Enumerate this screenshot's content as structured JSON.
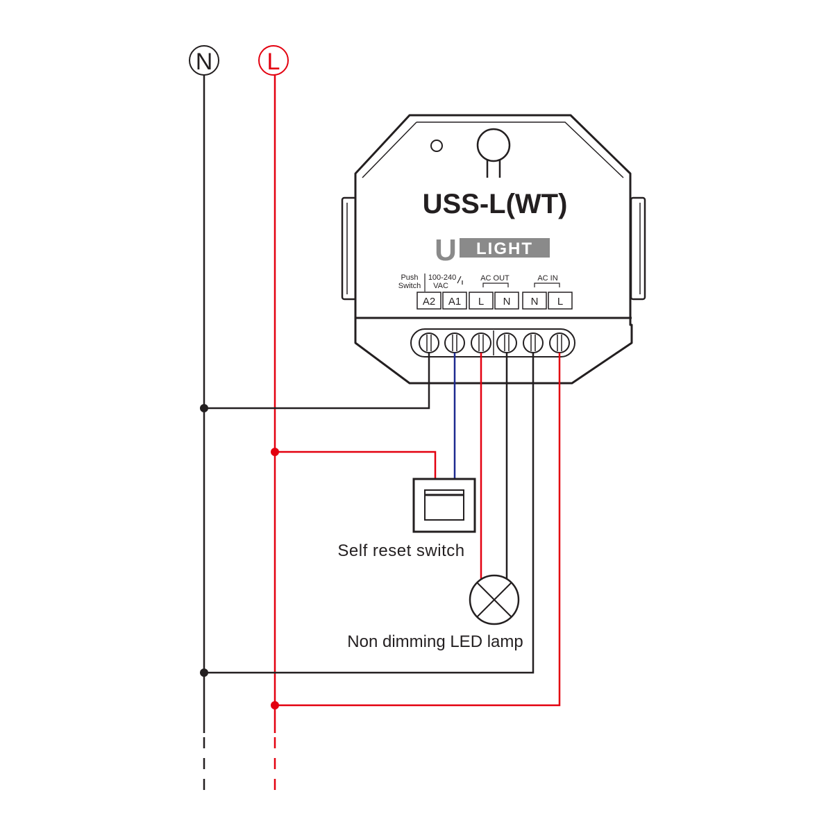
{
  "bus": {
    "neutral_label": "N",
    "live_label": "L"
  },
  "device": {
    "model": "USS-L(WT)",
    "brand_u": "U",
    "brand_rest": "LIGHT",
    "groups": {
      "push_switch_line1": "Push",
      "push_switch_line2": "Switch",
      "voltage_line1": "100-240",
      "voltage_line2": "VAC",
      "ac_out": "AC OUT",
      "ac_in": "AC IN"
    },
    "terminals": [
      "A2",
      "A1",
      "L",
      "N",
      "N",
      "L"
    ]
  },
  "components": {
    "switch_label": "Self reset switch",
    "lamp_label": "Non dimming LED lamp"
  },
  "colors": {
    "neutral_wire": "#231f20",
    "live_wire": "#e3000f",
    "signal_wire": "#1d2a8f",
    "brand_grey": "#8a8a8a"
  }
}
